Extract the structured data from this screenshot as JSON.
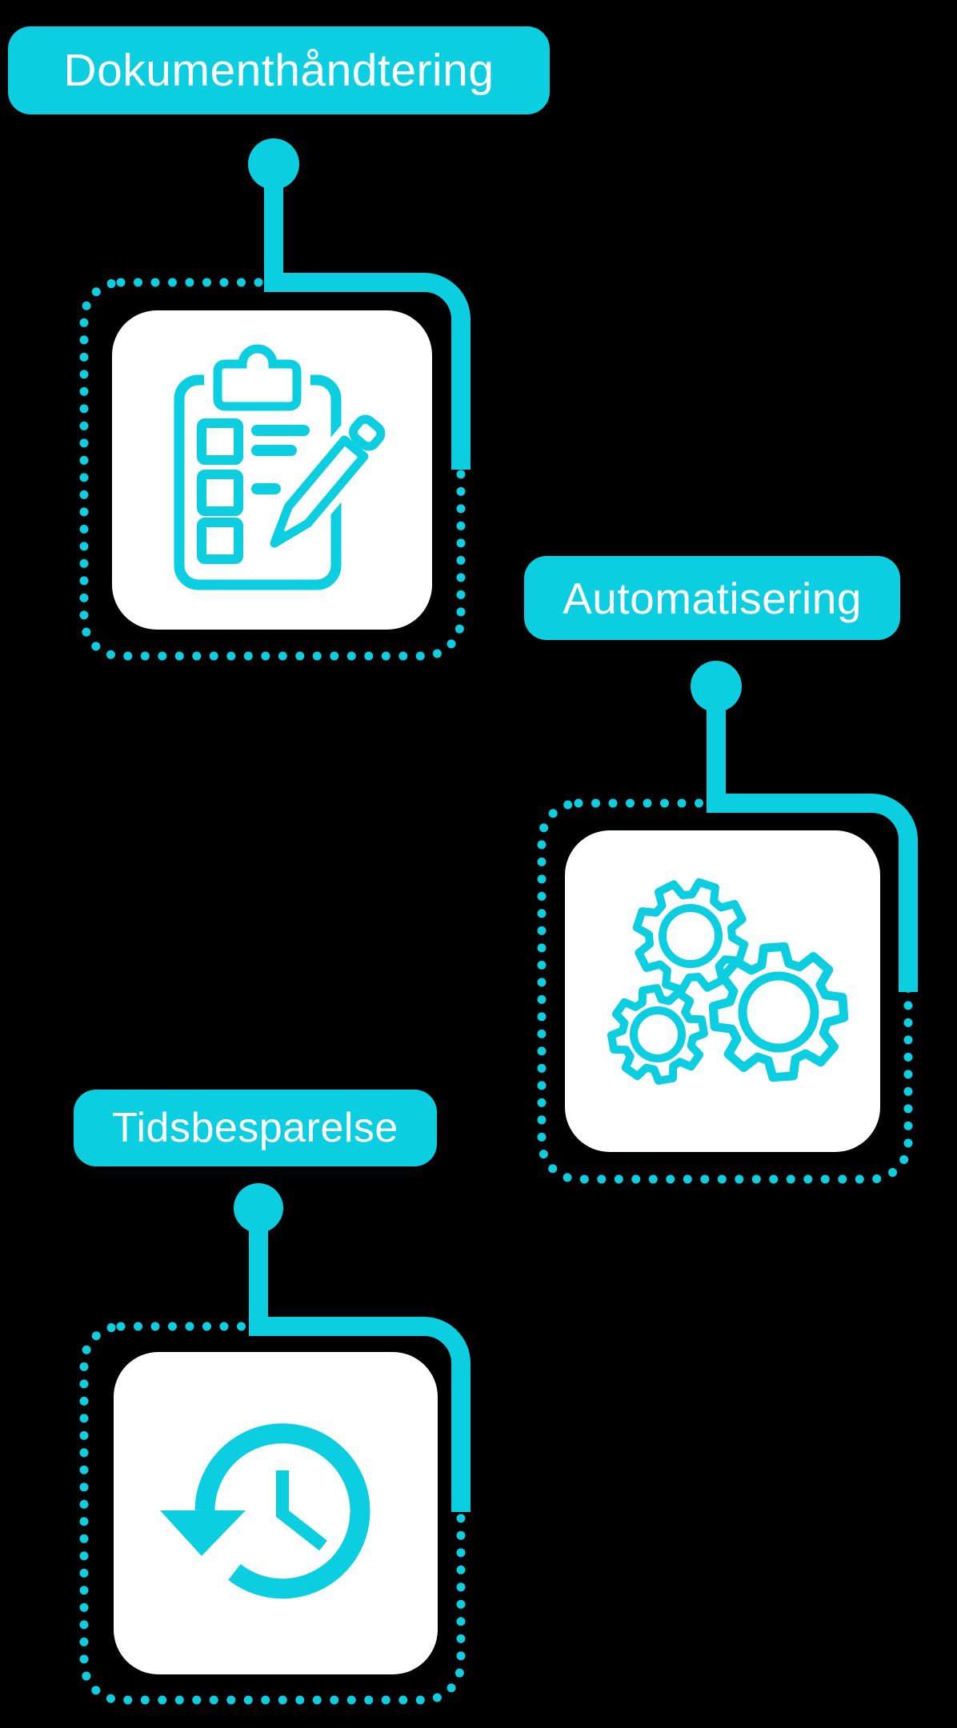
{
  "page": {
    "type": "process-infographic",
    "background": "#000000"
  },
  "palette": {
    "accent": "#0BCFE1",
    "card_bg": "#FFFFFF",
    "label_bg": "#0BCFE1",
    "label_text": "#FFFFFF"
  },
  "sections": [
    {
      "label": "Dokumenthåndtering",
      "icon": "clipboard-checklist-icon"
    },
    {
      "label": "Automatisering",
      "icon": "gears-icon"
    },
    {
      "label": "Tidsbesparelse",
      "icon": "clock-history-icon"
    }
  ]
}
